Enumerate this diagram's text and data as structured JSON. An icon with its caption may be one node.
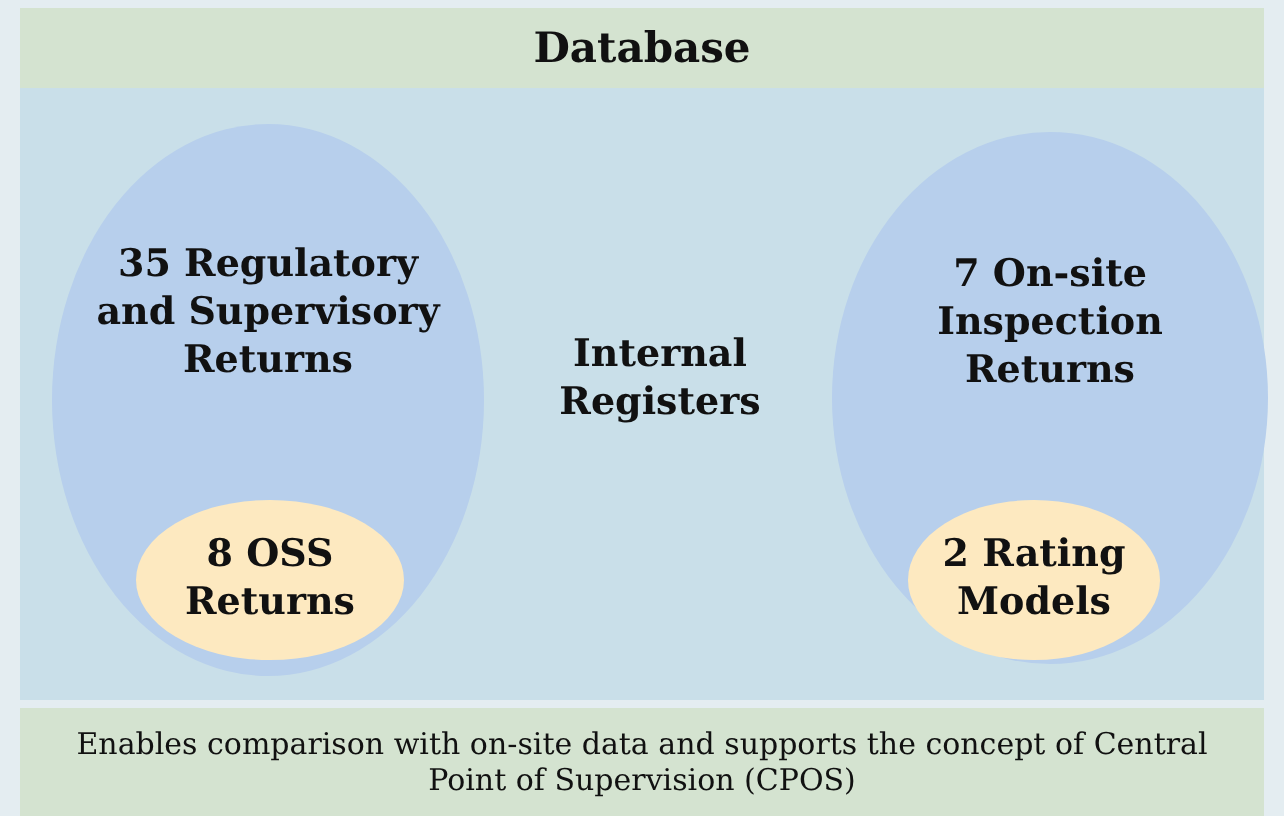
{
  "diagram": {
    "nodes": [
      {
        "text": [
          "Database"
        ]
      },
      {
        "text": [
          "35 Regulatory and Supervisory Returns"
        ],
        "in": 0
      },
      {
        "text": [
          "8 OSS Returns"
        ],
        "in": 1
      },
      {
        "text": [
          "7 On-site Inspection Returns"
        ],
        "in": 0
      },
      {
        "text": [
          "2 Rating Models"
        ],
        "in": 3
      },
      {
        "text": [
          "Enables comparison with on-site data and supports the concept of Central Point of Supervision (CPOS)"
        ]
      }
    ],
    "labels": [
      "Internal Registers"
    ]
  }
}
